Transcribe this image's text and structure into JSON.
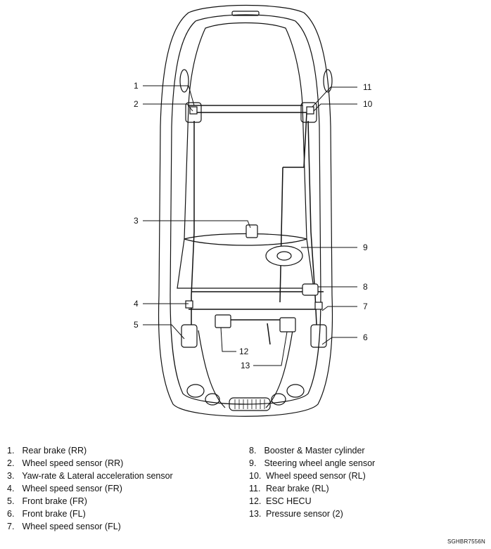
{
  "callouts": {
    "c1": "1",
    "c2": "2",
    "c3": "3",
    "c4": "4",
    "c5": "5",
    "c6": "6",
    "c7": "7",
    "c8": "8",
    "c9": "9",
    "c10": "10",
    "c11": "11",
    "c12": "12",
    "c13": "13"
  },
  "legend_left": [
    {
      "num": "1.",
      "label": "Rear brake (RR)"
    },
    {
      "num": "2.",
      "label": "Wheel speed sensor (RR)"
    },
    {
      "num": "3.",
      "label": "Yaw-rate & Lateral acceleration sensor"
    },
    {
      "num": "4.",
      "label": "Wheel speed sensor (FR)"
    },
    {
      "num": "5.",
      "label": "Front brake (FR)"
    },
    {
      "num": "6.",
      "label": "Front brake (FL)"
    },
    {
      "num": "7.",
      "label": "Wheel speed sensor (FL)"
    }
  ],
  "legend_right": [
    {
      "num": "8.",
      "label": "Booster & Master cylinder"
    },
    {
      "num": "9.",
      "label": "Steering wheel angle sensor"
    },
    {
      "num": "10.",
      "label": "Wheel speed sensor (RL)"
    },
    {
      "num": "11.",
      "label": "Rear brake (RL)"
    },
    {
      "num": "12.",
      "label": "ESC HECU"
    },
    {
      "num": "13.",
      "label": "Pressure sensor (2)"
    }
  ],
  "figure_code": "SGHBR7556N"
}
